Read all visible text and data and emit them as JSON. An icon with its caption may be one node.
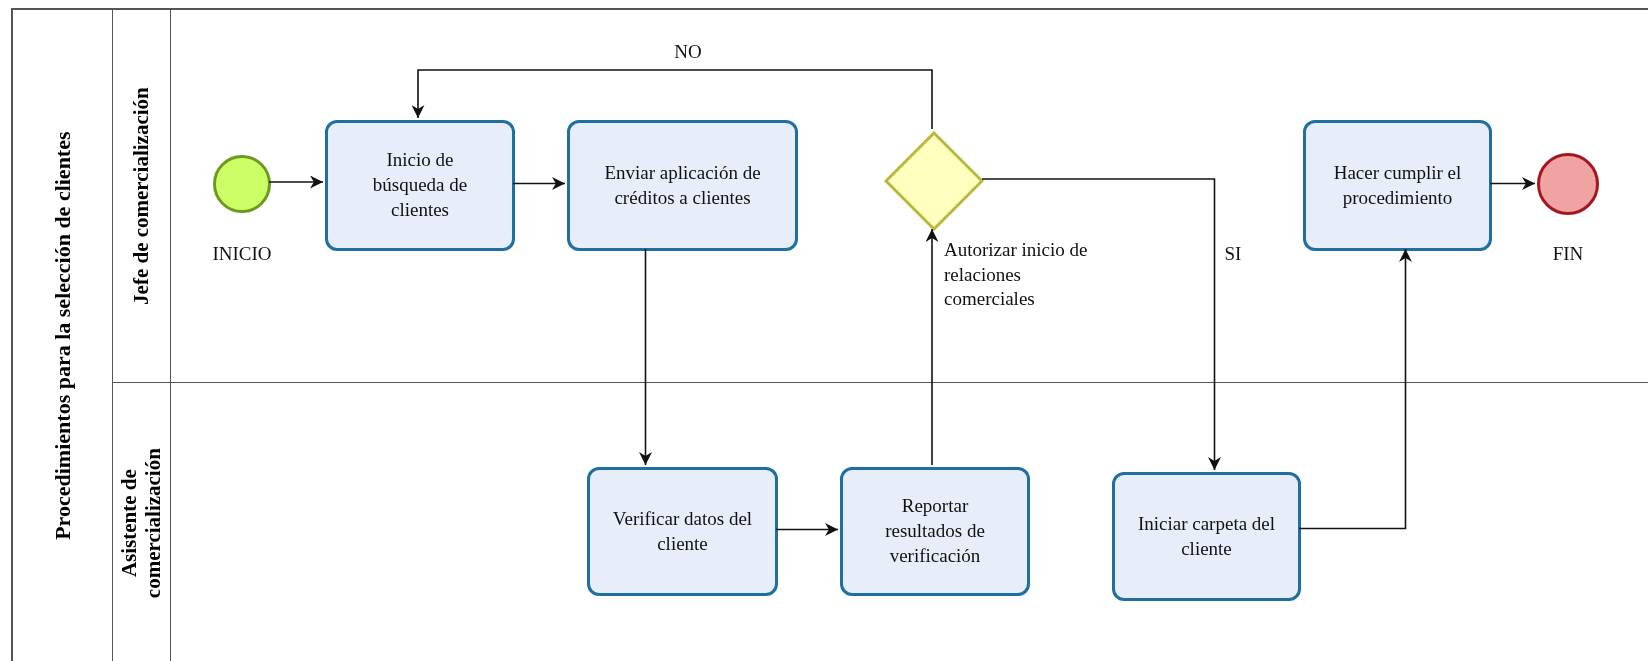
{
  "diagram": {
    "nodes": [
      {
        "text": [
          "Procedimientos para la selección de clientes"
        ]
      },
      {
        "text": [
          "Jefe de comercialización"
        ],
        "in": 0
      },
      {
        "text": [
          "Asistente de comercialización"
        ],
        "in": 0
      },
      {
        "text": [],
        "shape": "circle",
        "beside": [
          "INICIO"
        ],
        "in": 1
      },
      {
        "text": [
          "Inicio de búsqueda de clientes"
        ],
        "in": 1
      },
      {
        "text": [
          "Enviar aplicación de créditos a clientes"
        ],
        "in": 1
      },
      {
        "text": [],
        "shape": "diamond",
        "beside": [
          "Autorizar inicio de relaciones comerciales"
        ],
        "in": 1
      },
      {
        "text": [
          "Hacer cumplir el procedimiento"
        ],
        "in": 1
      },
      {
        "text": [],
        "shape": "circle",
        "beside": [
          "FIN"
        ],
        "in": 1
      },
      {
        "text": [
          "Verificar datos del cliente"
        ],
        "in": 2
      },
      {
        "text": [
          "Reportar resultados de verificación"
        ],
        "in": 2
      },
      {
        "text": [
          "Iniciar carpeta del cliente"
        ],
        "in": 2
      }
    ],
    "edges": [
      {
        "from": 3,
        "to": 4,
        "arrow": "to"
      },
      {
        "from": 4,
        "to": 5,
        "arrow": "to"
      },
      {
        "from": 5,
        "to": 9,
        "arrow": "to"
      },
      {
        "from": 9,
        "to": 10,
        "arrow": "to"
      },
      {
        "from": 10,
        "to": 6,
        "arrow": "to"
      },
      {
        "from": 6,
        "to": 4,
        "arrow": "to",
        "label": "NO"
      },
      {
        "from": 6,
        "to": 11,
        "arrow": "to",
        "label": "SI"
      },
      {
        "from": 11,
        "to": 7,
        "arrow": "to"
      },
      {
        "from": 7,
        "to": 8,
        "arrow": "to"
      }
    ]
  }
}
